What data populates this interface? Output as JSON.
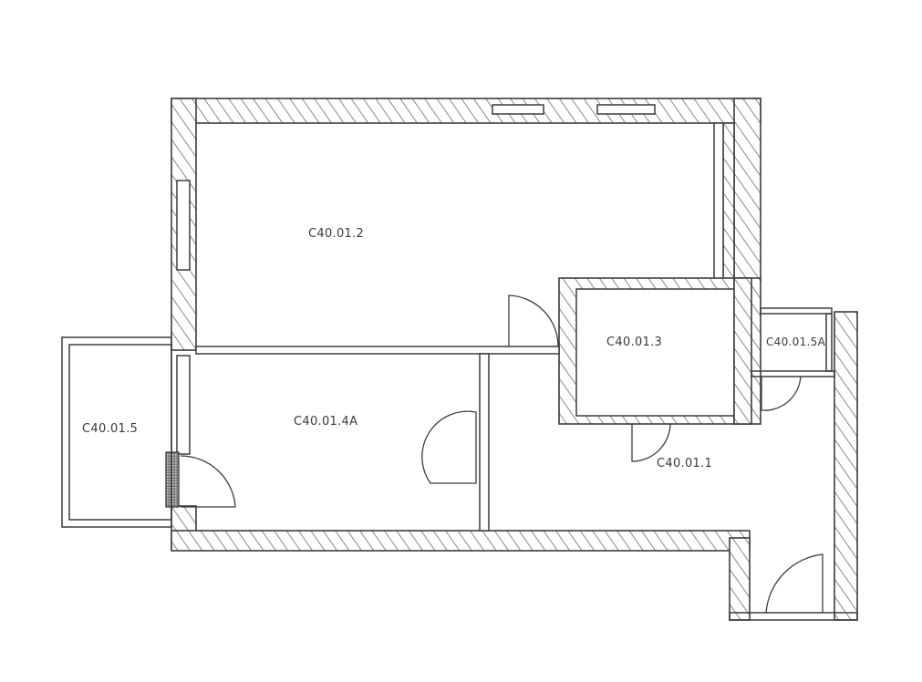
{
  "drawing": {
    "type": "floor-plan",
    "colors": {
      "line": "#3c3c3c",
      "background": "#ffffff",
      "text": "#3a3a3a"
    }
  },
  "rooms": [
    {
      "id": "C40.01.2",
      "label": "C40.01.2"
    },
    {
      "id": "C40.01.3",
      "label": "C40.01.3"
    },
    {
      "id": "C40.01.5A",
      "label": "C40.01.5A"
    },
    {
      "id": "C40.01.4A",
      "label": "C40.01.4A"
    },
    {
      "id": "C40.01.5",
      "label": "C40.01.5"
    },
    {
      "id": "C40.01.1",
      "label": "C40.01.1"
    }
  ]
}
